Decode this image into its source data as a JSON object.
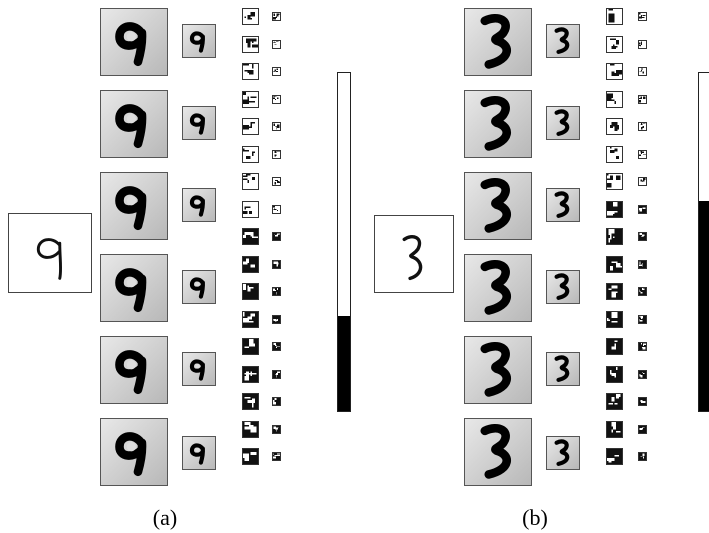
{
  "panels": [
    {
      "caption": "(a)",
      "input_digit": "9",
      "bar_fill_fraction": 0.28
    },
    {
      "caption": "(b)",
      "input_digit": "3",
      "bar_fill_fraction": 0.62
    }
  ]
}
